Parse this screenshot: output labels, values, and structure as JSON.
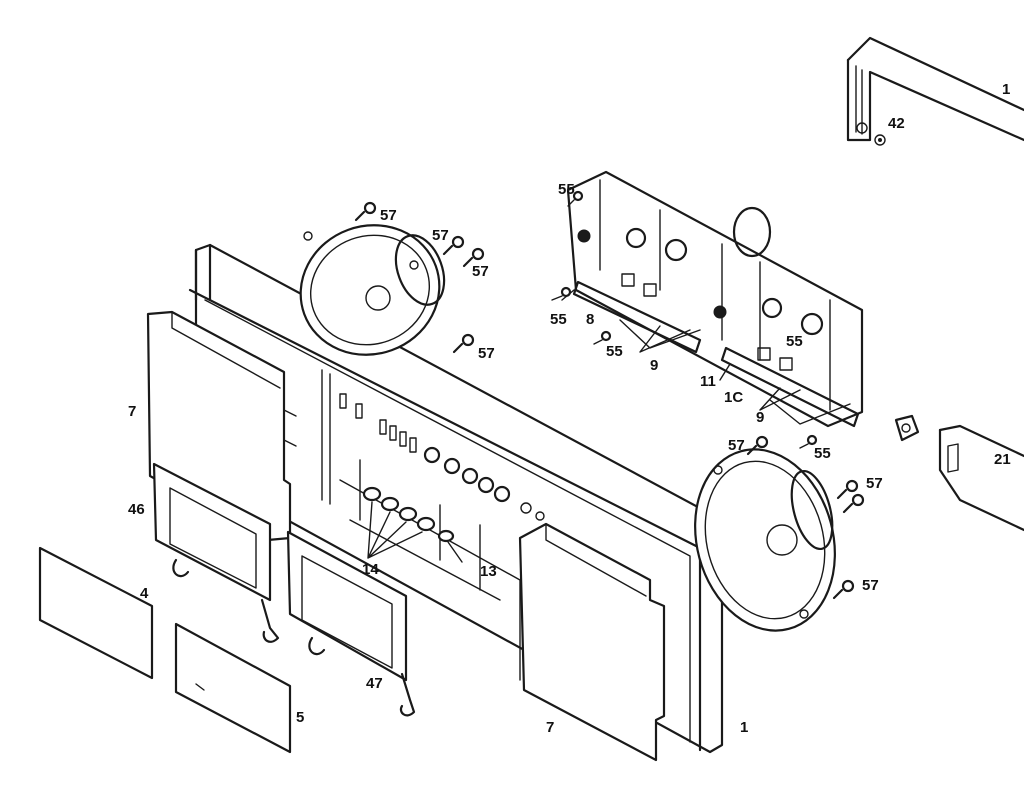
{
  "callouts": {
    "c1_top": "1",
    "c42": "42",
    "c55_a": "55",
    "c57_a": "57",
    "c57_b": "57",
    "c57_c": "57",
    "c57_d": "57",
    "c55_b": "55",
    "c8": "8",
    "c55_c": "55",
    "c9_a": "9",
    "c55_d": "55",
    "c11": "11",
    "c1_mid": "1C",
    "c9_b": "9",
    "c55_e": "55",
    "c57_e": "57",
    "c57_f": "57",
    "c21": "21",
    "c57_g": "57",
    "c7_left": "7",
    "c46": "46",
    "c14": "14",
    "c13": "13",
    "c4": "4",
    "c5": "5",
    "c47": "47",
    "c7_bottom": "7",
    "c1_bottom": "1"
  }
}
